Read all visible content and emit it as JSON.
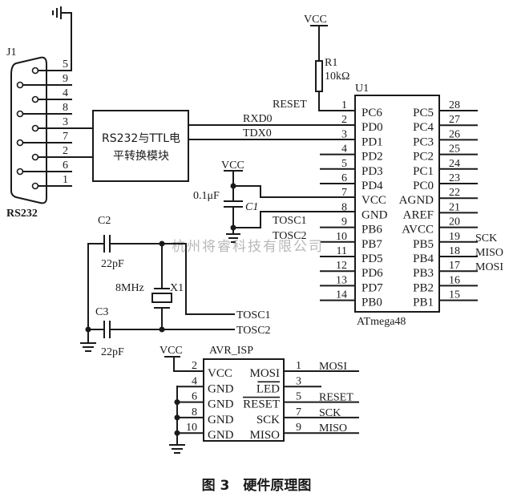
{
  "diagram": {
    "caption": "图 3　硬件原理图",
    "watermark": "杭州将睿科技有限公司",
    "connector_j1": {
      "ref": "J1",
      "name": "RS232",
      "pins": [
        "5",
        "9",
        "4",
        "8",
        "3",
        "7",
        "2",
        "6",
        "1"
      ]
    },
    "level_shifter": {
      "line1": "RS232与TTL电",
      "line2": "平转换模块"
    },
    "nets": {
      "rxd": "RXD0",
      "txd": "TDX0",
      "reset": "RESET",
      "tosc1": "TOSC1",
      "tosc2": "TOSC2",
      "vcc": "VCC"
    },
    "r1": {
      "ref": "R1",
      "value": "10kΩ"
    },
    "c1": {
      "ref": "C1",
      "value": "0.1μF"
    },
    "c2": {
      "ref": "C2",
      "value": "22pF"
    },
    "c3": {
      "ref": "C3",
      "value": "22pF"
    },
    "x1": {
      "ref": "X1",
      "value": "8MHz"
    },
    "u1": {
      "ref": "U1",
      "part": "ATmega48",
      "left_pins": [
        {
          "num": "1",
          "name": "PC6"
        },
        {
          "num": "2",
          "name": "PD0"
        },
        {
          "num": "3",
          "name": "PD1"
        },
        {
          "num": "4",
          "name": "PD2"
        },
        {
          "num": "5",
          "name": "PD3"
        },
        {
          "num": "6",
          "name": "PD4"
        },
        {
          "num": "7",
          "name": "VCC"
        },
        {
          "num": "8",
          "name": "GND"
        },
        {
          "num": "9",
          "name": "PB6"
        },
        {
          "num": "10",
          "name": "PB7"
        },
        {
          "num": "11",
          "name": "PD5"
        },
        {
          "num": "12",
          "name": "PD6"
        },
        {
          "num": "13",
          "name": "PD7"
        },
        {
          "num": "14",
          "name": "PB0"
        }
      ],
      "right_pins": [
        {
          "num": "28",
          "name": "PC5",
          "net": ""
        },
        {
          "num": "27",
          "name": "PC4",
          "net": ""
        },
        {
          "num": "26",
          "name": "PC3",
          "net": ""
        },
        {
          "num": "25",
          "name": "PC2",
          "net": ""
        },
        {
          "num": "24",
          "name": "PC1",
          "net": ""
        },
        {
          "num": "23",
          "name": "PC0",
          "net": ""
        },
        {
          "num": "22",
          "name": "AGND",
          "net": ""
        },
        {
          "num": "21",
          "name": "AREF",
          "net": ""
        },
        {
          "num": "20",
          "name": "AVCC",
          "net": ""
        },
        {
          "num": "19",
          "name": "PB5",
          "net": "SCK"
        },
        {
          "num": "18",
          "name": "PB4",
          "net": "MISO"
        },
        {
          "num": "17",
          "name": "PB3",
          "net": "MOSI"
        },
        {
          "num": "16",
          "name": "PB2",
          "net": ""
        },
        {
          "num": "15",
          "name": "PB1",
          "net": ""
        }
      ]
    },
    "isp": {
      "ref": "AVR_ISP",
      "left_pins": [
        {
          "num": "2",
          "name": "VCC"
        },
        {
          "num": "4",
          "name": "GND"
        },
        {
          "num": "6",
          "name": "GND"
        },
        {
          "num": "8",
          "name": "GND"
        },
        {
          "num": "10",
          "name": "GND"
        }
      ],
      "right_pins": [
        {
          "num": "1",
          "name": "MOSI",
          "net": "MOSI",
          "overbar": false
        },
        {
          "num": "3",
          "name": "LED",
          "net": "",
          "overbar": true
        },
        {
          "num": "5",
          "name": "RESET",
          "net": "RESET",
          "overbar": true
        },
        {
          "num": "7",
          "name": "SCK",
          "net": "SCK",
          "overbar": false
        },
        {
          "num": "9",
          "name": "MISO",
          "net": "MISO",
          "overbar": false
        }
      ]
    }
  }
}
